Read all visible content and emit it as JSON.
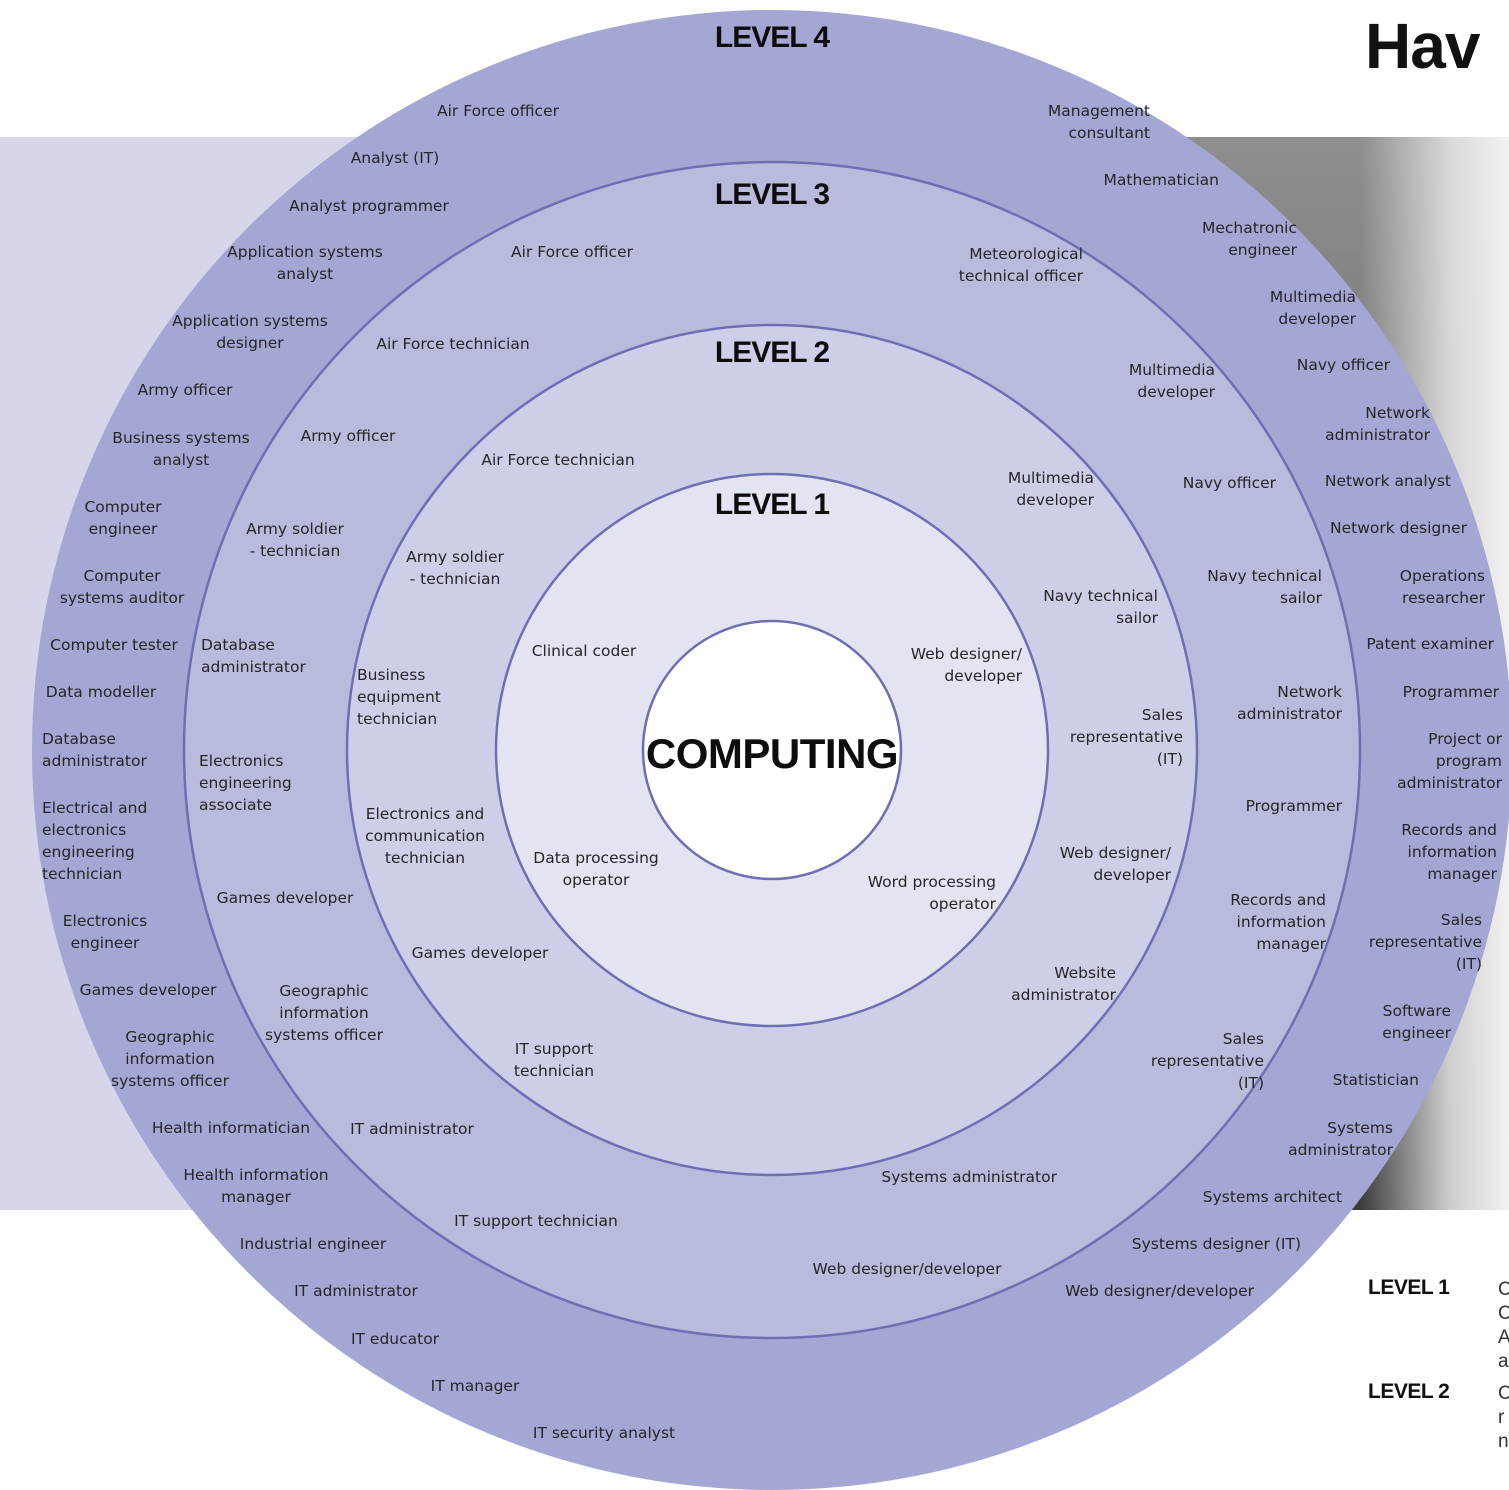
{
  "page": {
    "heading": "Hav"
  },
  "center_label": "COMPUTING",
  "colors": {
    "ring4": "#a4a6d4",
    "ring3": "#b9bbdd",
    "ring2": "#cdcfe8",
    "ring1": "#e3e4f2",
    "center": "#ffffff",
    "ring_stroke": "#6e6fb3",
    "left_panel": "#d5d6ea"
  },
  "levels": [
    {
      "title": "LEVEL 4"
    },
    {
      "title": "LEVEL 3"
    },
    {
      "title": "LEVEL 2"
    },
    {
      "title": "LEVEL 1"
    }
  ],
  "level4_left": [
    "Air Force officer",
    "Analyst (IT)",
    "Analyst programmer",
    "Application systems\nanalyst",
    "Application systems\ndesigner",
    "Army officer",
    "Business systems\nanalyst",
    "Computer\nengineer",
    "Computer\nsystems auditor",
    "Computer tester",
    "Data modeller",
    "Database\nadministrator",
    "Electrical and\nelectronics\nengineering\ntechnician",
    "Electronics\nengineer",
    "Games developer",
    "Geographic\ninformation\nsystems officer",
    "Health informatician",
    "Health information\nmanager",
    "Industrial engineer",
    "IT administrator",
    "IT educator",
    "IT manager",
    "IT security analyst"
  ],
  "level4_right": [
    "Management\nconsultant",
    "Mathematician",
    "Mechatronic\nengineer",
    "Multimedia\ndeveloper",
    "Navy officer",
    "Network\nadministrator",
    "Network analyst",
    "Network designer",
    "Operations\nresearcher",
    "Patent examiner",
    "Programmer",
    "Project or\nprogram\nadministrator",
    "Records and\ninformation\nmanager",
    "Sales\nrepresentative\n(IT)",
    "Software\nengineer",
    "Statistician",
    "Systems\nadministrator",
    "Systems architect",
    "Systems designer (IT)",
    "Web designer/developer"
  ],
  "level3_left": [
    "Air Force officer",
    "Air Force technician",
    "Army officer",
    "Army soldier\n- technician",
    "Database\nadministrator",
    "Electronics\nengineering\nassociate",
    "Games developer",
    "Geographic\ninformation\nsystems officer",
    "IT administrator",
    "IT support technician"
  ],
  "level3_right": [
    "Meteorological\ntechnical officer",
    "Multimedia\ndeveloper",
    "Navy officer",
    "Navy technical\nsailor",
    "Network\nadministrator",
    "Programmer",
    "Records and\ninformation\nmanager",
    "Sales\nrepresentative\n(IT)",
    "Systems administrator",
    "Web designer/developer"
  ],
  "level2_left": [
    "Air Force technician",
    "Army soldier\n- technician",
    "Business\nequipment\ntechnician",
    "Electronics and\ncommunication\ntechnician",
    "Games developer",
    "IT support\ntechnician"
  ],
  "level2_right": [
    "Multimedia\ndeveloper",
    "Navy technical\nsailor",
    "Sales\nrepresentative\n(IT)",
    "Web designer/\ndeveloper",
    "Website\nadministrator"
  ],
  "level1": [
    "Clinical coder",
    "Web designer/\ndeveloper",
    "Data processing\noperator",
    "Word processing\noperator"
  ],
  "key": [
    {
      "level": "LEVEL 1",
      "text": "C\nC\nA\na"
    },
    {
      "level": "LEVEL 2",
      "text": "C\nr\nn"
    }
  ]
}
